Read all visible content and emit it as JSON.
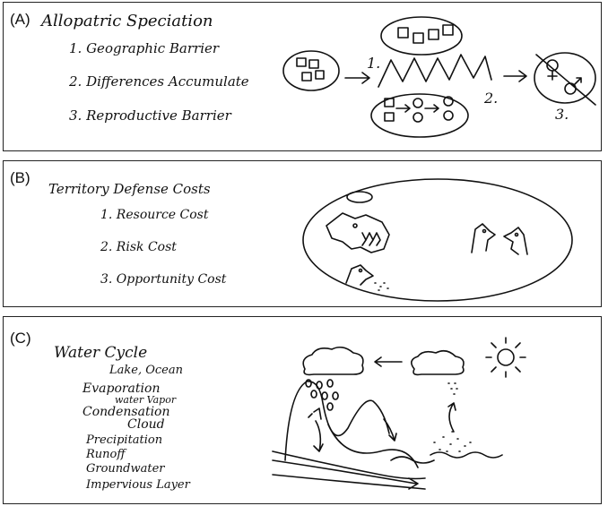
{
  "panel_a": {
    "tag": "(A)",
    "title": "Allopatric Speciation",
    "items": [
      "1. Geographic Barrier",
      "2. Differences Accumulate",
      "3. Reproductive Barrier"
    ],
    "markers": {
      "one": "1.",
      "two": "2.",
      "three": "3."
    },
    "icons": [
      "female-symbol-icon",
      "male-symbol-icon"
    ]
  },
  "panel_b": {
    "tag": "(B)",
    "title": "Territory Defense Costs",
    "items": [
      "1. Resource Cost",
      "2. Risk Cost",
      "3. Opportunity Cost"
    ]
  },
  "panel_c": {
    "tag": "(C)",
    "title": "Water Cycle",
    "items": [
      "Lake, Ocean",
      "Evaporation",
      "water Vapor",
      "Condensation",
      "Cloud",
      "Precipitation",
      "Runoff",
      "Groundwater",
      "Impervious Layer"
    ]
  }
}
